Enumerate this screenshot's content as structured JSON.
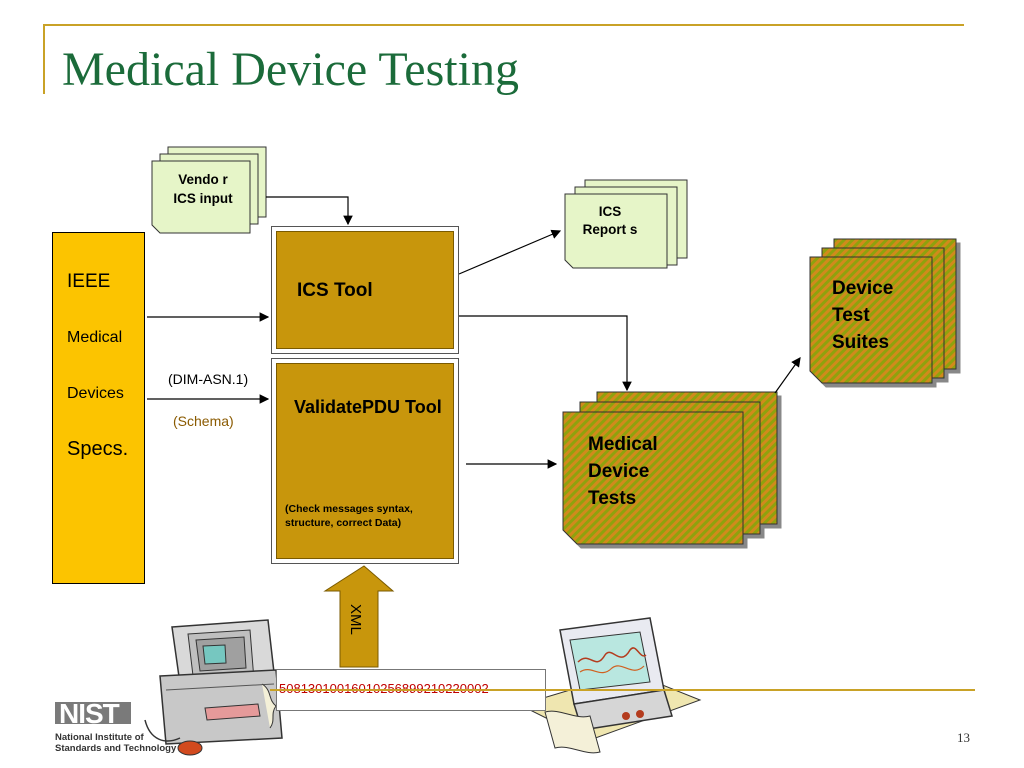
{
  "slide": {
    "title": "Medical Device Testing",
    "page_number": "13"
  },
  "vendor_doc": {
    "label": "Vendo r ICS input"
  },
  "ics_reports_doc": {
    "label": "ICS Report s"
  },
  "device_suites_doc": {
    "label": "Device Test Suites"
  },
  "medical_tests_doc": {
    "label": "Medical Device Tests"
  },
  "ieee_box": {
    "line1": "IEEE",
    "line2": "Medical",
    "line3": "Devices",
    "line4": "Specs."
  },
  "ics_tool": {
    "label": "ICS Tool"
  },
  "validate_tool": {
    "label": "ValidatePDU Tool",
    "note": "(Check messages syntax, structure, correct Data)"
  },
  "inputs": {
    "dim_label": "(DIM-ASN.1)",
    "schema_label": "(Schema)"
  },
  "xml_arrow": {
    "label": "XML"
  },
  "data_stream": {
    "text": "50813010016010256899210220002"
  },
  "logo": {
    "mark": "NIST",
    "line1": "National Institute of",
    "line2": "Standards and Technology"
  },
  "colors": {
    "title": "#1b6b3a",
    "accent_rule": "#c9a227",
    "ieee_fill": "#fcc400",
    "tool_fill": "#c8960c",
    "doc_fill_light": "#e6f5c8",
    "doc_fill_striped": "#9aa812",
    "stream_text": "#c00000"
  }
}
